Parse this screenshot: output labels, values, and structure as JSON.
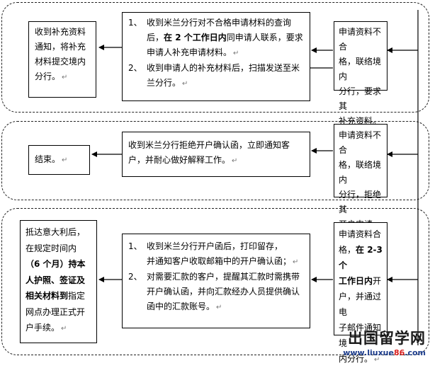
{
  "row1": {
    "right": [
      "申请资料不合",
      "格，联络境内",
      "分行，要求其",
      "补充资料。"
    ],
    "mid": {
      "item1_num": "1、",
      "item1_a": "收到米兰分行对不合格申请材料的查询",
      "item1_b_pre": "后，",
      "item1_b_bold": "在 2 个工作日内",
      "item1_b_post": "同申请人联系，要求",
      "item1_c": "申请人补充申请材料。",
      "item2_num": "2、",
      "item2_a": "收到申请人的补充材料后，扫描发送至米",
      "item2_b": "兰分行。"
    },
    "left": [
      "收到补充资料",
      "通知，将补充",
      "材料提交境内",
      "分行。"
    ]
  },
  "row2": {
    "right": [
      "申请资料不合",
      "格，联络境内",
      "分行，拒绝其",
      "开户申请。"
    ],
    "mid": [
      "收到米兰分行拒绝开户确认函，立即通知客",
      "户，并耐心做好解释工作。"
    ],
    "left": "结束。"
  },
  "row3": {
    "right": {
      "l1": "申请资料合",
      "l2_pre": "格，",
      "l2_bold": "在 2-3 个",
      "l3_bold": "工作日内",
      "l3_post": "开",
      "l4": "户，并通过电",
      "l5": "子邮件通知境",
      "l6": "内分行。"
    },
    "mid": {
      "item1_num": "1、",
      "item1_a": "收到米兰分行开户函后，打印留存，",
      "item1_b": "并通知客户收取邮箱中的开户确认函；",
      "item2_num": "2、",
      "item2_a": "对需要汇款的客户，提醒其汇款时需携带",
      "item2_b": "开户确认函，并向汇款经办人员提供确认",
      "item2_c": "函中的汇款账号。"
    },
    "left": {
      "l1": "抵达意大利后，",
      "l2": "在规定时间内",
      "l3_bold": "（6 个月）持本",
      "l4_bold": "人护照、签证及",
      "l5_bold": "相关材料到",
      "l5_post": "指定",
      "l6": "网点办理正式开",
      "l7": "户手续。"
    }
  },
  "paragraph_mark": "↵",
  "watermark": {
    "title": "出国留学网",
    "url_pre": "www.liuxue",
    "url_red": "86",
    "url_post": ".com"
  }
}
